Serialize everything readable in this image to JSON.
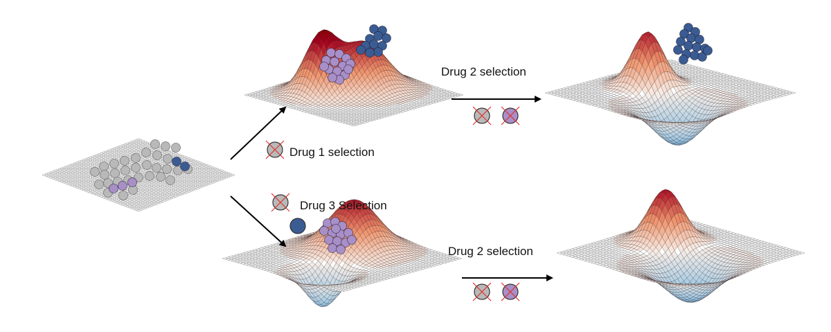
{
  "labels": {
    "drug1": "Drug 1 selection",
    "drug2_top": "Drug 2 selection",
    "drug3": "Drug 3 Selection",
    "drug2_bottom": "Drug 2 selection"
  },
  "colors": {
    "gray_cell": "#b9b9b9",
    "purple_cell": "#a98fc8",
    "blue_cell": "#3b5b93",
    "red_peak": "#b2182b",
    "blue_valley": "#2f7fb8",
    "kill_cross": "#e0302a"
  },
  "icons": {
    "kill": "crossed-cell-icon",
    "resistant": "resistant-cell-icon",
    "arrow": "arrow-icon"
  }
}
